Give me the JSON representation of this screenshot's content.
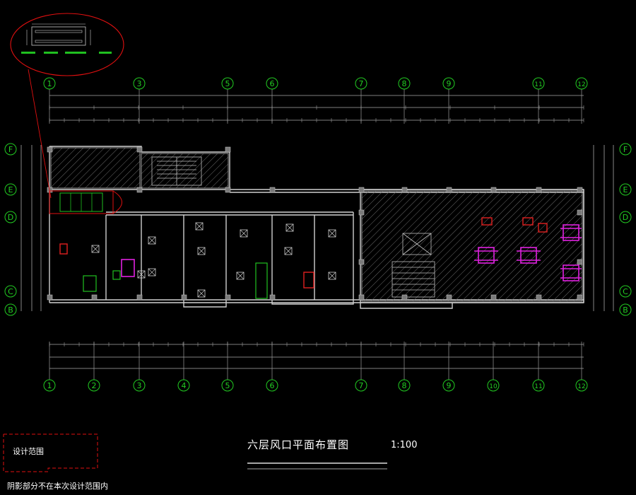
{
  "drawing": {
    "title": "六层风口平面布置图",
    "scale": "1:100",
    "legend_label": "设计范围",
    "note": "阴影部分不在本次设计范围内"
  },
  "grid_columns": [
    "1",
    "3",
    "5",
    "6",
    "7",
    "8",
    "9",
    "11",
    "12"
  ],
  "grid_columns_bottom": [
    "1",
    "2",
    "3",
    "4",
    "5",
    "6",
    "7",
    "8",
    "9",
    "10",
    "11",
    "12"
  ],
  "grid_rows_left": [
    "F",
    "E",
    "D",
    "C",
    "B"
  ],
  "grid_rows_right": [
    "F",
    "E",
    "D",
    "C",
    "B"
  ],
  "colors": {
    "background": "#000000",
    "linework": "#c8c8c8",
    "grid_bubble": "#22cc22",
    "dimension": "#b0b0b0",
    "callout": "#e01010",
    "office_furniture": "#e020e0",
    "fixture_red": "#e02020",
    "fixture_green": "#20c020"
  }
}
